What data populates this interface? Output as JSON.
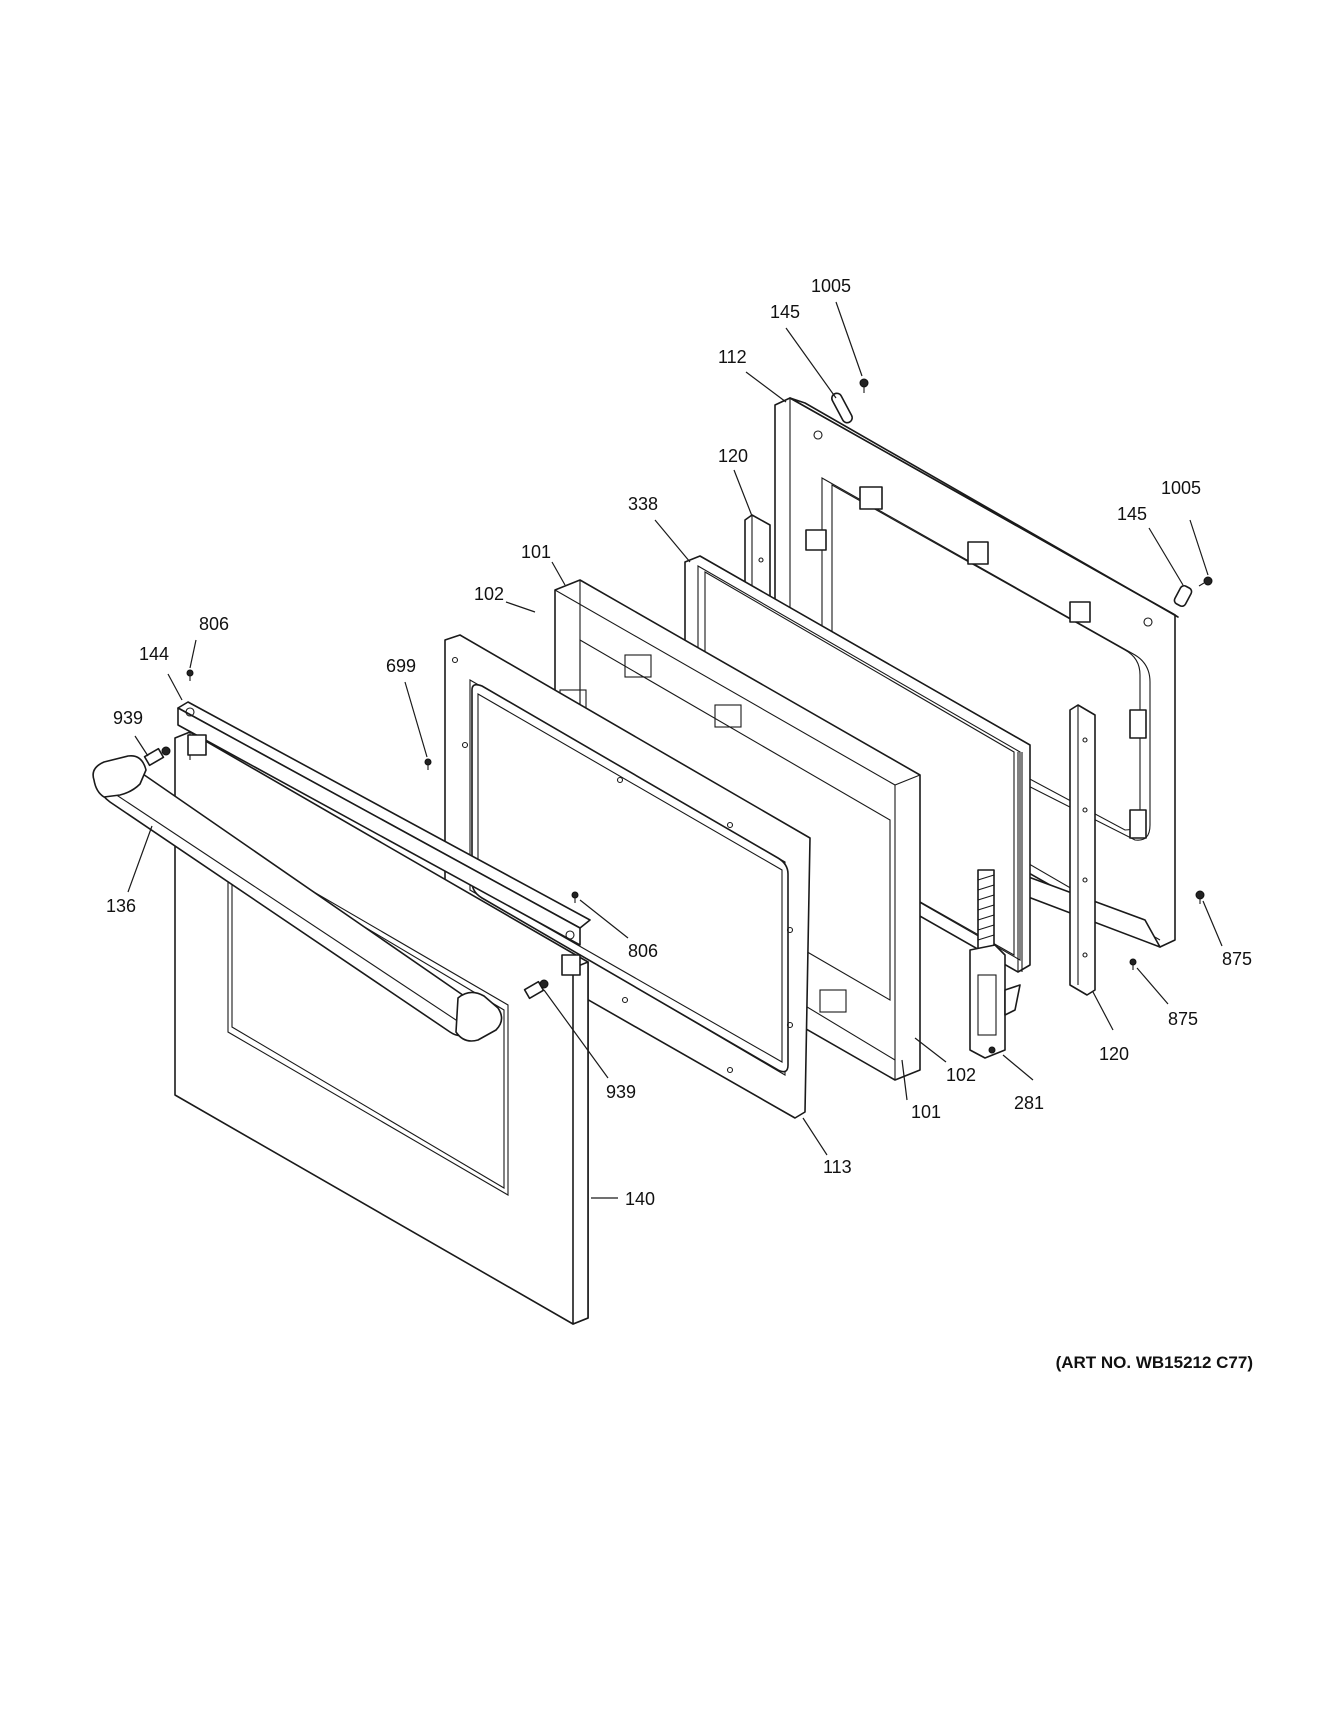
{
  "diagram": {
    "callouts": {
      "c1005a": "1005",
      "c145a": "145",
      "c112": "112",
      "c120a": "120",
      "c338": "338",
      "c1005b": "1005",
      "c145b": "145",
      "c101a": "101",
      "c102a": "102",
      "c806a": "806",
      "c144": "144",
      "c699": "699",
      "c939a": "939",
      "c136": "136",
      "c806b": "806",
      "c875a": "875",
      "c875b": "875",
      "c939b": "939",
      "c102b": "102",
      "c281": "281",
      "c120b": "120",
      "c101b": "101",
      "c113": "113",
      "c140": "140"
    },
    "art_number": "(ART NO. WB15212 C77)"
  }
}
